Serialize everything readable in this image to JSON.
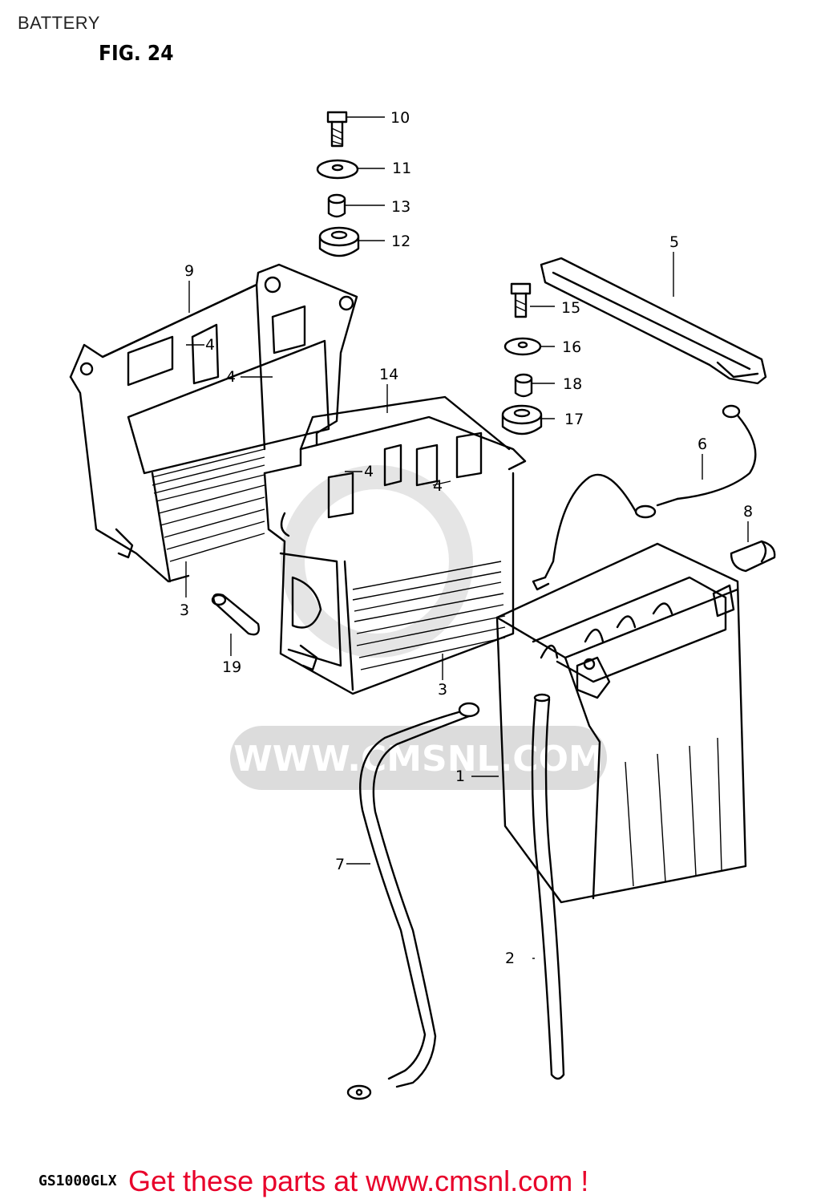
{
  "header": {
    "title": "BATTERY",
    "figure": "FIG. 24"
  },
  "watermark": {
    "text": "WWW.CMSNL.COM",
    "color": "#d9d9d9"
  },
  "callouts": [
    {
      "id": "c1",
      "label": "1"
    },
    {
      "id": "c2",
      "label": "2"
    },
    {
      "id": "c3a",
      "label": "3"
    },
    {
      "id": "c3b",
      "label": "3"
    },
    {
      "id": "c4a",
      "label": "4"
    },
    {
      "id": "c4b",
      "label": "4"
    },
    {
      "id": "c4c",
      "label": "4"
    },
    {
      "id": "c4d",
      "label": "4"
    },
    {
      "id": "c5",
      "label": "5"
    },
    {
      "id": "c6",
      "label": "6"
    },
    {
      "id": "c7",
      "label": "7"
    },
    {
      "id": "c8",
      "label": "8"
    },
    {
      "id": "c9",
      "label": "9"
    },
    {
      "id": "c10",
      "label": "10"
    },
    {
      "id": "c11",
      "label": "11"
    },
    {
      "id": "c12",
      "label": "12"
    },
    {
      "id": "c13",
      "label": "13"
    },
    {
      "id": "c14",
      "label": "14"
    },
    {
      "id": "c15",
      "label": "15"
    },
    {
      "id": "c16",
      "label": "16"
    },
    {
      "id": "c17",
      "label": "17"
    },
    {
      "id": "c18",
      "label": "18"
    },
    {
      "id": "c19",
      "label": "19"
    }
  ],
  "footer": {
    "model": "GS1000GLX",
    "promo": "Get these parts at www.cmsnl.com !",
    "promo_color": "#e8002a"
  }
}
